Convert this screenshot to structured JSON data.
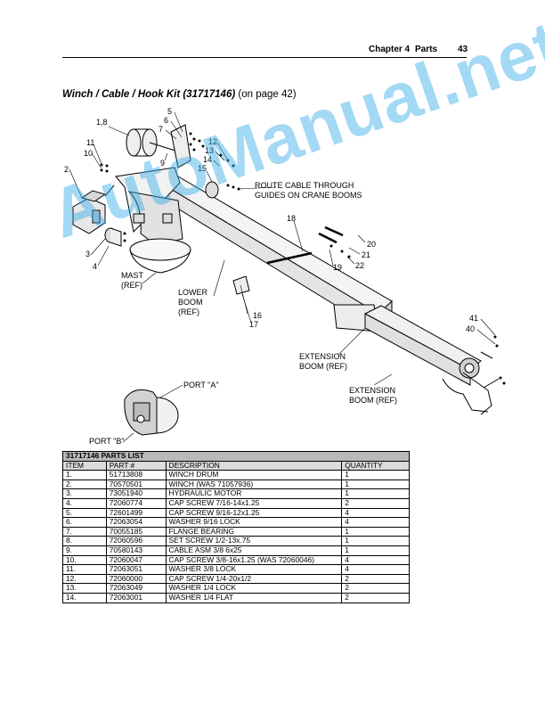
{
  "header": {
    "chapter": "Chapter 4",
    "section": "Parts",
    "page": "43"
  },
  "kit": {
    "title": "Winch / Cable / Hook Kit (31717146)",
    "page_ref": "(on page 42)"
  },
  "diagram": {
    "callouts": {
      "c1_8": "1,8",
      "c2": "2",
      "c3": "3",
      "c4": "4",
      "c5": "5",
      "c6": "6",
      "c7": "7",
      "c9": "9",
      "c10": "10",
      "c11": "11",
      "c12": "12",
      "c13": "13",
      "c14": "14",
      "c15": "15",
      "c16": "16",
      "c17": "17",
      "c18": "18",
      "c19": "19",
      "c20": "20",
      "c21": "21",
      "c22": "22",
      "c40": "40",
      "c41": "41"
    },
    "labels": {
      "route_line1": "ROUTE CABLE THROUGH",
      "route_line2": "GUIDES ON CRANE BOOMS",
      "mast_line1": "MAST",
      "mast_line2": "(REF)",
      "lower_line1": "LOWER",
      "lower_line2": "BOOM",
      "lower_line3": "(REF)",
      "ext1_line1": "EXTENSION",
      "ext1_line2": "BOOM (REF)",
      "ext2_line1": "EXTENSION",
      "ext2_line2": "BOOM (REF)",
      "port_a": "PORT \"A\"",
      "port_b": "PORT \"B\""
    }
  },
  "watermark": "AutoManual.net",
  "parts_list": {
    "title": "31717146 PARTS LIST",
    "columns": [
      "ITEM",
      "PART #",
      "DESCRIPTION",
      "QUANTITY"
    ],
    "rows": [
      [
        "1.",
        "51713808",
        "WINCH DRUM",
        "1"
      ],
      [
        "2.",
        "70570501",
        "WINCH (WAS 71057936)",
        "1"
      ],
      [
        "3.",
        "73051940",
        "HYDRAULIC MOTOR",
        "1"
      ],
      [
        "4.",
        "72060774",
        "CAP SCREW 7/16-14x1.25",
        "2"
      ],
      [
        "5.",
        "72601499",
        "CAP SCREW 9/16-12x1.25",
        "4"
      ],
      [
        "6.",
        "72063054",
        "WASHER 9/16 LOCK",
        "4"
      ],
      [
        "7.",
        "70055185",
        "FLANGE BEARING",
        "1"
      ],
      [
        "8.",
        "72060596",
        "SET SCREW 1/2-13x.75",
        "1"
      ],
      [
        "9.",
        "70580143",
        "CABLE ASM 3/8 6x25",
        "1"
      ],
      [
        "10.",
        "72060047",
        "CAP SCREW 3/8-16x1.25 (WAS 72060046)",
        "4"
      ],
      [
        "11.",
        "72063051",
        "WASHER 3/8 LOCK",
        "4"
      ],
      [
        "12.",
        "72060000",
        "CAP SCREW 1/4-20x1/2",
        "2"
      ],
      [
        "13.",
        "72063049",
        "WASHER 1/4 LOCK",
        "2"
      ],
      [
        "14.",
        "72063001",
        "WASHER 1/4 FLAT",
        "2"
      ]
    ]
  }
}
